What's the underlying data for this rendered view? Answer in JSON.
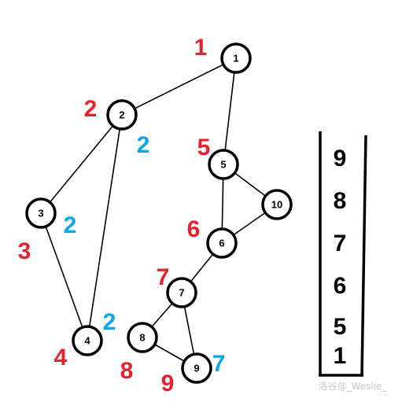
{
  "colors": {
    "red": "#e8212e",
    "blue": "#0ea5e6",
    "black": "#000000"
  },
  "nodes": [
    {
      "id": "n1",
      "label": "1"
    },
    {
      "id": "n2",
      "label": "2"
    },
    {
      "id": "n3",
      "label": "3"
    },
    {
      "id": "n4",
      "label": "4"
    },
    {
      "id": "n5",
      "label": "5"
    },
    {
      "id": "n6",
      "label": "6"
    },
    {
      "id": "n7",
      "label": "7"
    },
    {
      "id": "n8",
      "label": "8"
    },
    {
      "id": "n9",
      "label": "9"
    },
    {
      "id": "n10",
      "label": "10"
    }
  ],
  "edges": [
    [
      "n1",
      "n2"
    ],
    [
      "n1",
      "n5"
    ],
    [
      "n2",
      "n3"
    ],
    [
      "n2",
      "n4"
    ],
    [
      "n3",
      "n4"
    ],
    [
      "n5",
      "n10"
    ],
    [
      "n5",
      "n6"
    ],
    [
      "n6",
      "n10"
    ],
    [
      "n6",
      "n7"
    ],
    [
      "n7",
      "n8"
    ],
    [
      "n7",
      "n9"
    ],
    [
      "n8",
      "n9"
    ]
  ],
  "order_labels": [
    "1",
    "2",
    "3",
    "4",
    "5",
    "6",
    "7",
    "8",
    "9"
  ],
  "low_labels": [
    "2",
    "2",
    "2",
    "7"
  ],
  "stack": {
    "items": [
      "9",
      "8",
      "7",
      "6",
      "5",
      "1"
    ]
  },
  "watermark": "洛谷@_Weslie_"
}
